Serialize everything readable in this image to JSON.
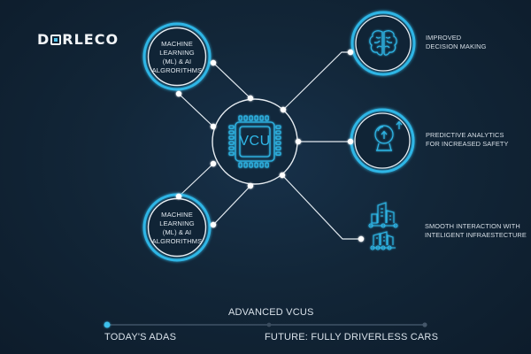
{
  "brand": {
    "logo_prefix": "D",
    "logo_suffix": "RLECO",
    "logo_o_icon": "chip-icon"
  },
  "colors": {
    "background": "#122638",
    "accent_cyan": "#2fb6e6",
    "line_white": "#e8eef3",
    "dot_white": "#ffffff",
    "track_dim": "#3a4a5a",
    "text": "#dfe7ee"
  },
  "center_node": {
    "label": "VCU",
    "icon": "microchip-icon"
  },
  "left_nodes": [
    {
      "line1": "MACHINE",
      "line2": "LEARNING",
      "line3": "(ML) & AI",
      "line4": "ALGRORITHMS"
    },
    {
      "line1": "MACHINE",
      "line2": "LEARNING",
      "line3": "(ML) & AI",
      "line4": "ALGRORITHMS"
    }
  ],
  "right_nodes": [
    {
      "icon": "brain-icon",
      "line1": "IMPROVED",
      "line2": "DECISION MAKING"
    },
    {
      "icon": "crystal-ball-icon",
      "line1": "PREDICTIVE ANALYTICS",
      "line2": "FOR INCREASED SAFETY"
    },
    {
      "icon": "smart-city-icon",
      "line1": "SMOOTH INTERACTION WITH",
      "line2": "INTELIGENT INFRAESTECTURE"
    }
  ],
  "timeline": {
    "middle_label": "ADVANCED VCUS",
    "start_label": "TODAY'S ADAS",
    "end_label": "FUTURE: FULLY DRIVERLESS CARS",
    "progress_percent": 45
  }
}
